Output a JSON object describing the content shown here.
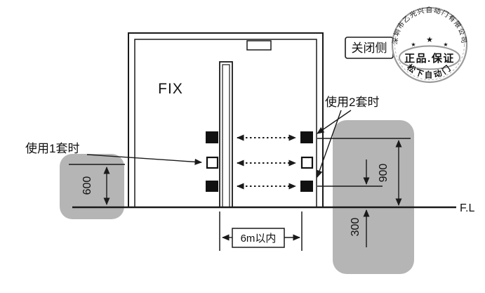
{
  "diagram": {
    "door": {
      "fix_label": "FIX"
    },
    "close_side_label": "关闭侧",
    "annotations": {
      "use_one_set": "使用1套时",
      "use_two_sets": "使用2套时"
    },
    "dimensions": {
      "single_set_height": "600",
      "dual_set_upper_height": "900",
      "dual_set_lower_height": "300",
      "door_width": "6m以内"
    },
    "floor_level": "F.L"
  },
  "stamp": {
    "arc_top": "深圳市乙光兴自动门有限公司",
    "center": "正品.保证",
    "arc_bottom": "松下自动门",
    "star": "★"
  },
  "colors": {
    "line": "#1a1a1a",
    "panel_gray": "#b5b5b5",
    "stamp_gray": "#9a9a9a"
  }
}
